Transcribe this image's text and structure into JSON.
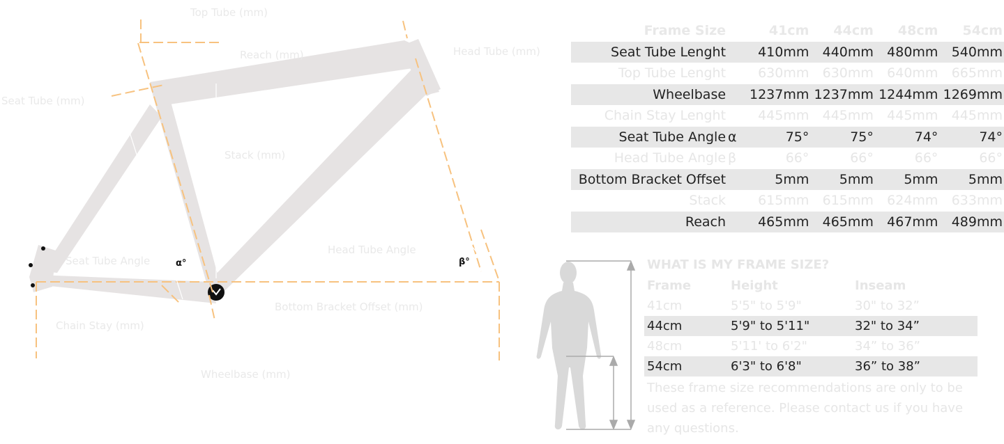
{
  "diagram": {
    "labels": {
      "top_tube": "Top Tube (mm)",
      "reach": "Reach (mm)",
      "head_tube": "Head Tube (mm)",
      "seat_tube": "Seat Tube (mm)",
      "stack": "Stack (mm)",
      "seat_tube_angle": "Seat Tube Angle",
      "seat_tube_angle_symbol": "α°",
      "head_tube_angle": "Head Tube Angle",
      "head_tube_angle_symbol": "β°",
      "bottom_bracket_offset": "Bottom Bracket Offset (mm)",
      "chain_stay": "Chain Stay (mm)",
      "wheelbase": "Wheelbase (mm)"
    },
    "colors": {
      "frame": "#e6e3e3",
      "guide": "#f7c27f",
      "label": "#e9e9e9"
    }
  },
  "geometry": {
    "header": {
      "label": "Frame Size",
      "sizes": [
        "41cm",
        "44cm",
        "48cm",
        "54cm"
      ]
    },
    "rows": [
      {
        "label": "Seat Tube Lenght",
        "symbol": "",
        "values": [
          "410mm",
          "440mm",
          "480mm",
          "540mm"
        ],
        "shaded": true
      },
      {
        "label": "Top Tube Lenght",
        "symbol": "",
        "values": [
          "630mm",
          "630mm",
          "640mm",
          "665mm"
        ],
        "shaded": false
      },
      {
        "label": "Wheelbase",
        "symbol": "",
        "values": [
          "1237mm",
          "1237mm",
          "1244mm",
          "1269mm"
        ],
        "shaded": true
      },
      {
        "label": "Chain Stay Lenght",
        "symbol": "",
        "values": [
          "445mm",
          "445mm",
          "445mm",
          "445mm"
        ],
        "shaded": false
      },
      {
        "label": "Seat Tube Angle",
        "symbol": "α",
        "values": [
          "75°",
          "75°",
          "74°",
          "74°"
        ],
        "shaded": true
      },
      {
        "label": "Head Tube Angle",
        "symbol": "β",
        "values": [
          "66°",
          "66°",
          "66°",
          "66°"
        ],
        "shaded": false
      },
      {
        "label": "Bottom Bracket Offset",
        "symbol": "",
        "values": [
          "5mm",
          "5mm",
          "5mm",
          "5mm"
        ],
        "shaded": true
      },
      {
        "label": "Stack",
        "symbol": "",
        "values": [
          "615mm",
          "615mm",
          "624mm",
          "633mm"
        ],
        "shaded": false
      },
      {
        "label": "Reach",
        "symbol": "",
        "values": [
          "465mm",
          "465mm",
          "467mm",
          "489mm"
        ],
        "shaded": true
      }
    ]
  },
  "size_guide": {
    "title": "WHAT IS MY FRAME SIZE?",
    "headers": [
      "Frame",
      "Height",
      "Inseam"
    ],
    "rows": [
      {
        "frame": "41cm",
        "height": "5'5\" to 5'9\"",
        "inseam": "30\" to 32”",
        "shaded": false
      },
      {
        "frame": "44cm",
        "height": "5'9\" to 5'11\"",
        "inseam": "32\" to 34”",
        "shaded": true
      },
      {
        "frame": "48cm",
        "height": "5'11' to 6'2\"",
        "inseam": "34” to 36”",
        "shaded": false
      },
      {
        "frame": "54cm",
        "height": "6'3\" to 6'8\"",
        "inseam": "36” to 38”",
        "shaded": true
      }
    ],
    "note": "These frame size recommendations are only to be used as a reference. Please contact us if you have any questions."
  }
}
